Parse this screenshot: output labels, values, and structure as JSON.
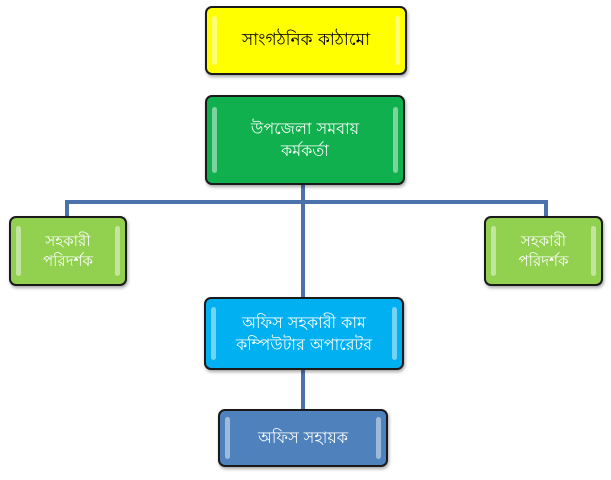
{
  "title": "সাংগঠনিক কাঠামো",
  "nodes": {
    "head": {
      "line1": "উপজেলা সমবায়",
      "line2": "কর্মকর্তা"
    },
    "left_inspector": {
      "line1": "সহকারী",
      "line2": "পরিদর্শক"
    },
    "right_inspector": {
      "line1": "সহকারী",
      "line2": "পরিদর্শক"
    },
    "operator": {
      "line1": "অফিস সহকারী কাম",
      "line2": "কম্পিউটার অপারেটর"
    },
    "assistant": {
      "label": "অফিস সহায়ক"
    }
  },
  "colors": {
    "title": "#ffff00",
    "head": "#10b04e",
    "inspector": "#92d050",
    "operator": "#00b0f0",
    "assistant": "#4f81bd",
    "connector": "#4a72ac"
  }
}
